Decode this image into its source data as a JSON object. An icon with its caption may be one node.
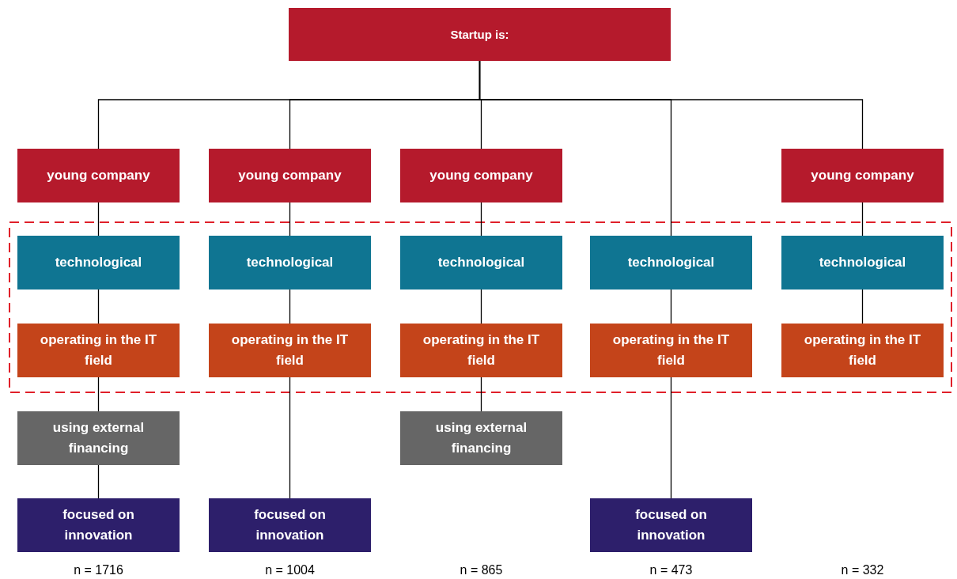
{
  "diagram": {
    "nodes": [
      {
        "text": [
          "Startup is:"
        ]
      },
      {
        "text": [
          "young company"
        ]
      },
      {
        "text": [
          "technological"
        ]
      },
      {
        "text": [
          "operating in the IT field"
        ]
      },
      {
        "text": [
          "using external financing"
        ]
      },
      {
        "text": [
          "focused on innovation"
        ]
      },
      {
        "text": [
          "young company"
        ]
      },
      {
        "text": [
          "technological"
        ]
      },
      {
        "text": [
          "operating in the IT field"
        ]
      },
      {
        "text": [
          "focused on innovation"
        ]
      },
      {
        "text": [
          "young company"
        ]
      },
      {
        "text": [
          "technological"
        ]
      },
      {
        "text": [
          "operating in the IT field"
        ]
      },
      {
        "text": [
          "using external financing"
        ]
      },
      {
        "text": [
          "technological"
        ]
      },
      {
        "text": [
          "operating in the IT field"
        ]
      },
      {
        "text": [
          "focused on innovation"
        ]
      },
      {
        "text": [
          "young company"
        ]
      },
      {
        "text": [
          "technological"
        ]
      },
      {
        "text": [
          "operating in the IT field"
        ]
      }
    ],
    "edges": [
      {
        "from": 0,
        "to": 1,
        "arrow": "none"
      },
      {
        "from": 0,
        "to": 6,
        "arrow": "none"
      },
      {
        "from": 0,
        "to": 10,
        "arrow": "none"
      },
      {
        "from": 0,
        "to": 14,
        "arrow": "none"
      },
      {
        "from": 0,
        "to": 17,
        "arrow": "none"
      },
      {
        "from": 1,
        "to": 2,
        "arrow": "none"
      },
      {
        "from": 2,
        "to": 3,
        "arrow": "none"
      },
      {
        "from": 3,
        "to": 4,
        "arrow": "none"
      },
      {
        "from": 4,
        "to": 5,
        "arrow": "none"
      },
      {
        "from": 6,
        "to": 7,
        "arrow": "none"
      },
      {
        "from": 7,
        "to": 8,
        "arrow": "none"
      },
      {
        "from": 8,
        "to": 9,
        "arrow": "none"
      },
      {
        "from": 10,
        "to": 11,
        "arrow": "none"
      },
      {
        "from": 11,
        "to": 12,
        "arrow": "none"
      },
      {
        "from": 12,
        "to": 13,
        "arrow": "none"
      },
      {
        "from": 14,
        "to": 15,
        "arrow": "none"
      },
      {
        "from": 15,
        "to": 16,
        "arrow": "none"
      },
      {
        "from": 17,
        "to": 18,
        "arrow": "none"
      },
      {
        "from": 18,
        "to": 19,
        "arrow": "none"
      }
    ],
    "labels": [
      "n = 1716",
      "n = 1004",
      "n = 865",
      "n = 473",
      "n = 332"
    ]
  }
}
